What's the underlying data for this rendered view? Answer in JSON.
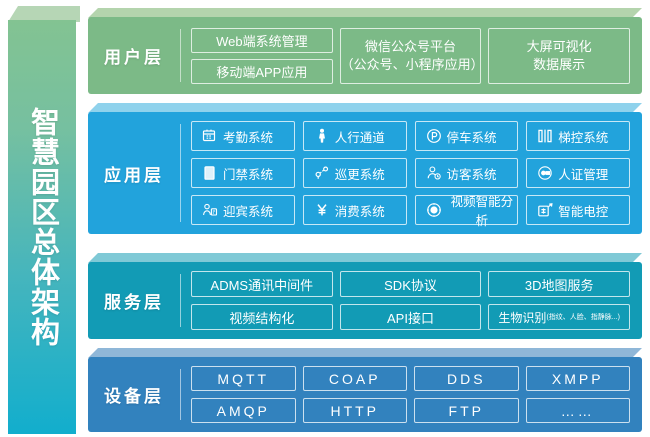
{
  "diagram": {
    "title_vertical": "智慧园区总体架构",
    "colors": {
      "user_layer": "#7cba87",
      "application_layer": "#22a3dc",
      "service_layer": "#129bb5",
      "device_layer": "#3282be",
      "pillar_gradient_top": "#83c392",
      "pillar_gradient_bottom": "#12aecd",
      "box_border": "#ffffff"
    }
  },
  "layers": {
    "user": {
      "label": "用户层",
      "groups": [
        {
          "type": "stack",
          "items": [
            "Web端系统管理",
            "移动端APP应用"
          ]
        },
        {
          "type": "single",
          "lines": [
            "微信公众号平台",
            "（公众号、小程序应用）"
          ]
        },
        {
          "type": "single",
          "lines": [
            "大屏可视化",
            "数据展示"
          ]
        }
      ]
    },
    "application": {
      "label": "应用层",
      "columns": [
        [
          {
            "icon": "attendance-icon",
            "label": "考勤系统"
          },
          {
            "icon": "door-access-icon",
            "label": "门禁系统"
          },
          {
            "icon": "reception-icon",
            "label": "迎宾系统"
          }
        ],
        [
          {
            "icon": "pedestrian-gate-icon",
            "label": "人行通道"
          },
          {
            "icon": "patrol-route-icon",
            "label": "巡更系统"
          },
          {
            "icon": "yen-consumption-icon",
            "label": "消费系统"
          }
        ],
        [
          {
            "icon": "parking-icon",
            "label": "停车系统"
          },
          {
            "icon": "visitor-icon",
            "label": "访客系统"
          },
          {
            "icon": "video-analysis-icon",
            "label": "视频智能分析"
          }
        ],
        [
          {
            "icon": "elevator-control-icon",
            "label": "梯控系统"
          },
          {
            "icon": "id-verification-icon",
            "label": "人证管理"
          },
          {
            "icon": "smart-power-icon",
            "label": "智能电控"
          }
        ]
      ]
    },
    "service": {
      "label": "服务层",
      "columns": [
        [
          "ADMS通讯中间件",
          "视频结构化"
        ],
        [
          "SDK协议",
          "API接口"
        ],
        [
          "3D地图服务",
          "生物识别"
        ]
      ],
      "biometric_main": "生物识别",
      "biometric_sub": "(指纹、人脸、指静脉...)"
    },
    "device": {
      "label": "设备层",
      "columns": [
        [
          "MQTT",
          "AMQP"
        ],
        [
          "COAP",
          "HTTP"
        ],
        [
          "DDS",
          "FTP"
        ],
        [
          "XMPP",
          "……"
        ]
      ]
    }
  }
}
